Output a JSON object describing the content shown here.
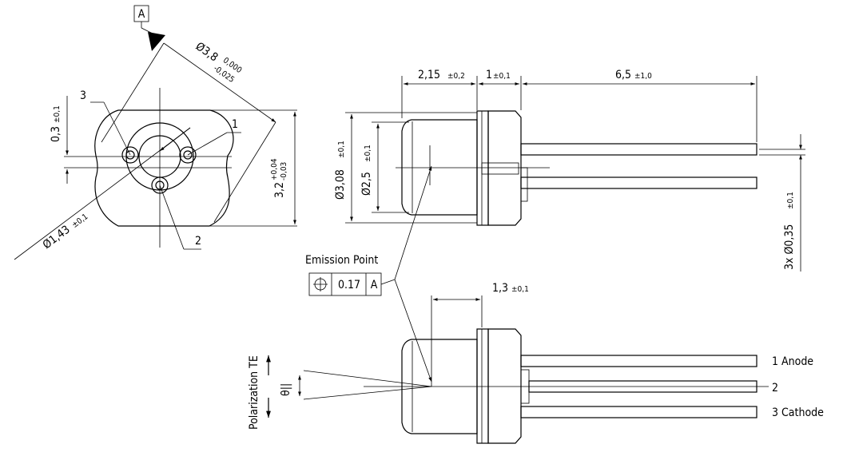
{
  "datum": {
    "label": "A"
  },
  "front_view": {
    "pin3": "3",
    "pin1": "1",
    "pin2": "2",
    "dim_offset": "0,3",
    "dim_offset_tol": "±0,1",
    "dim_diameter": "Ø3,8",
    "dim_diameter_tol_top": "0,000",
    "dim_diameter_tol_bottom": "-0,025",
    "dim_height": "3,2",
    "dim_height_tol_top": "+0,04",
    "dim_height_tol_bottom": "-0,03",
    "dim_pin_circle": "Ø1,43",
    "dim_pin_circle_tol": "±0,1"
  },
  "side_view": {
    "dim_cap_length": "2,15",
    "dim_cap_length_tol": "±0,2",
    "dim_flange": "1",
    "dim_flange_tol": "±0,1",
    "dim_pin_length": "6,5",
    "dim_pin_length_tol": "±1,0",
    "dim_body_diameter": "Ø3,08",
    "dim_body_diameter_tol": "±0,1",
    "dim_window_diameter": "Ø2,5",
    "dim_window_diameter_tol": "±0,1",
    "dim_pin_diameter": "3x Ø0,35",
    "dim_pin_diameter_tol": "±0,1"
  },
  "emission": {
    "title": "Emission Point",
    "tolerance_symbol": "⌖",
    "tolerance_value": "0.17",
    "tolerance_datum": "A"
  },
  "bottom_view": {
    "dim_emission_offset": "1,3",
    "dim_emission_offset_tol": "±0,1",
    "polarization_label": "Polarization TE",
    "angle_label": "θ||",
    "pin1_label": "1 Anode",
    "pin2_label": "2",
    "pin3_label": "3 Cathode"
  }
}
